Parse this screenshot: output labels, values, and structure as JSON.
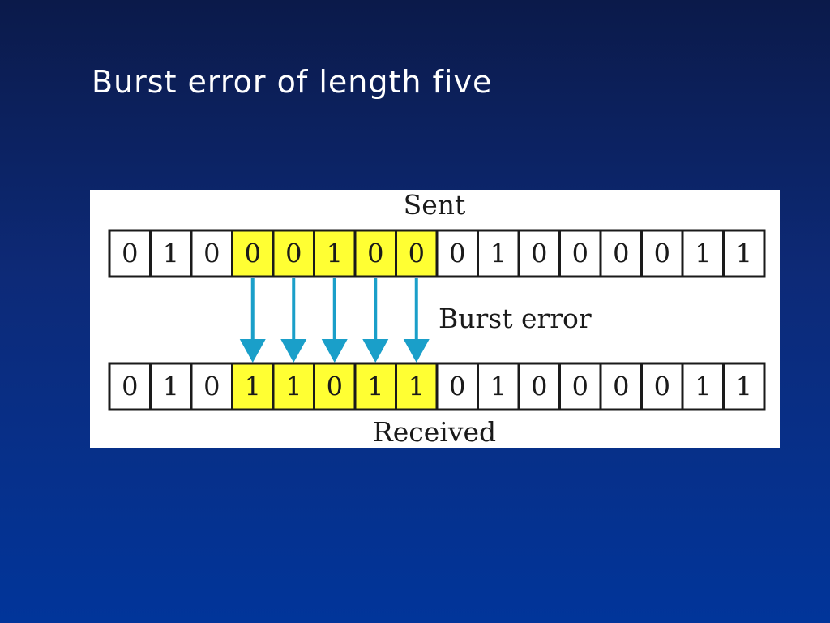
{
  "title": "Burst error of length five",
  "diagram": {
    "sent_label": "Sent",
    "burst_label": "Burst error",
    "received_label": "Received",
    "sent_bits": [
      "0",
      "1",
      "0",
      "0",
      "0",
      "1",
      "0",
      "0",
      "0",
      "1",
      "0",
      "0",
      "0",
      "0",
      "1",
      "1"
    ],
    "received_bits": [
      "0",
      "1",
      "0",
      "1",
      "1",
      "0",
      "1",
      "1",
      "0",
      "1",
      "0",
      "0",
      "0",
      "0",
      "1",
      "1"
    ],
    "burst_start_index": 3,
    "burst_length": 5,
    "colors": {
      "highlight": "#ffff33",
      "arrow": "#1a9fc9",
      "cell_border": "#1a1a1a",
      "panel_background": "#ffffff",
      "slide_background": "#0d2a78"
    }
  }
}
